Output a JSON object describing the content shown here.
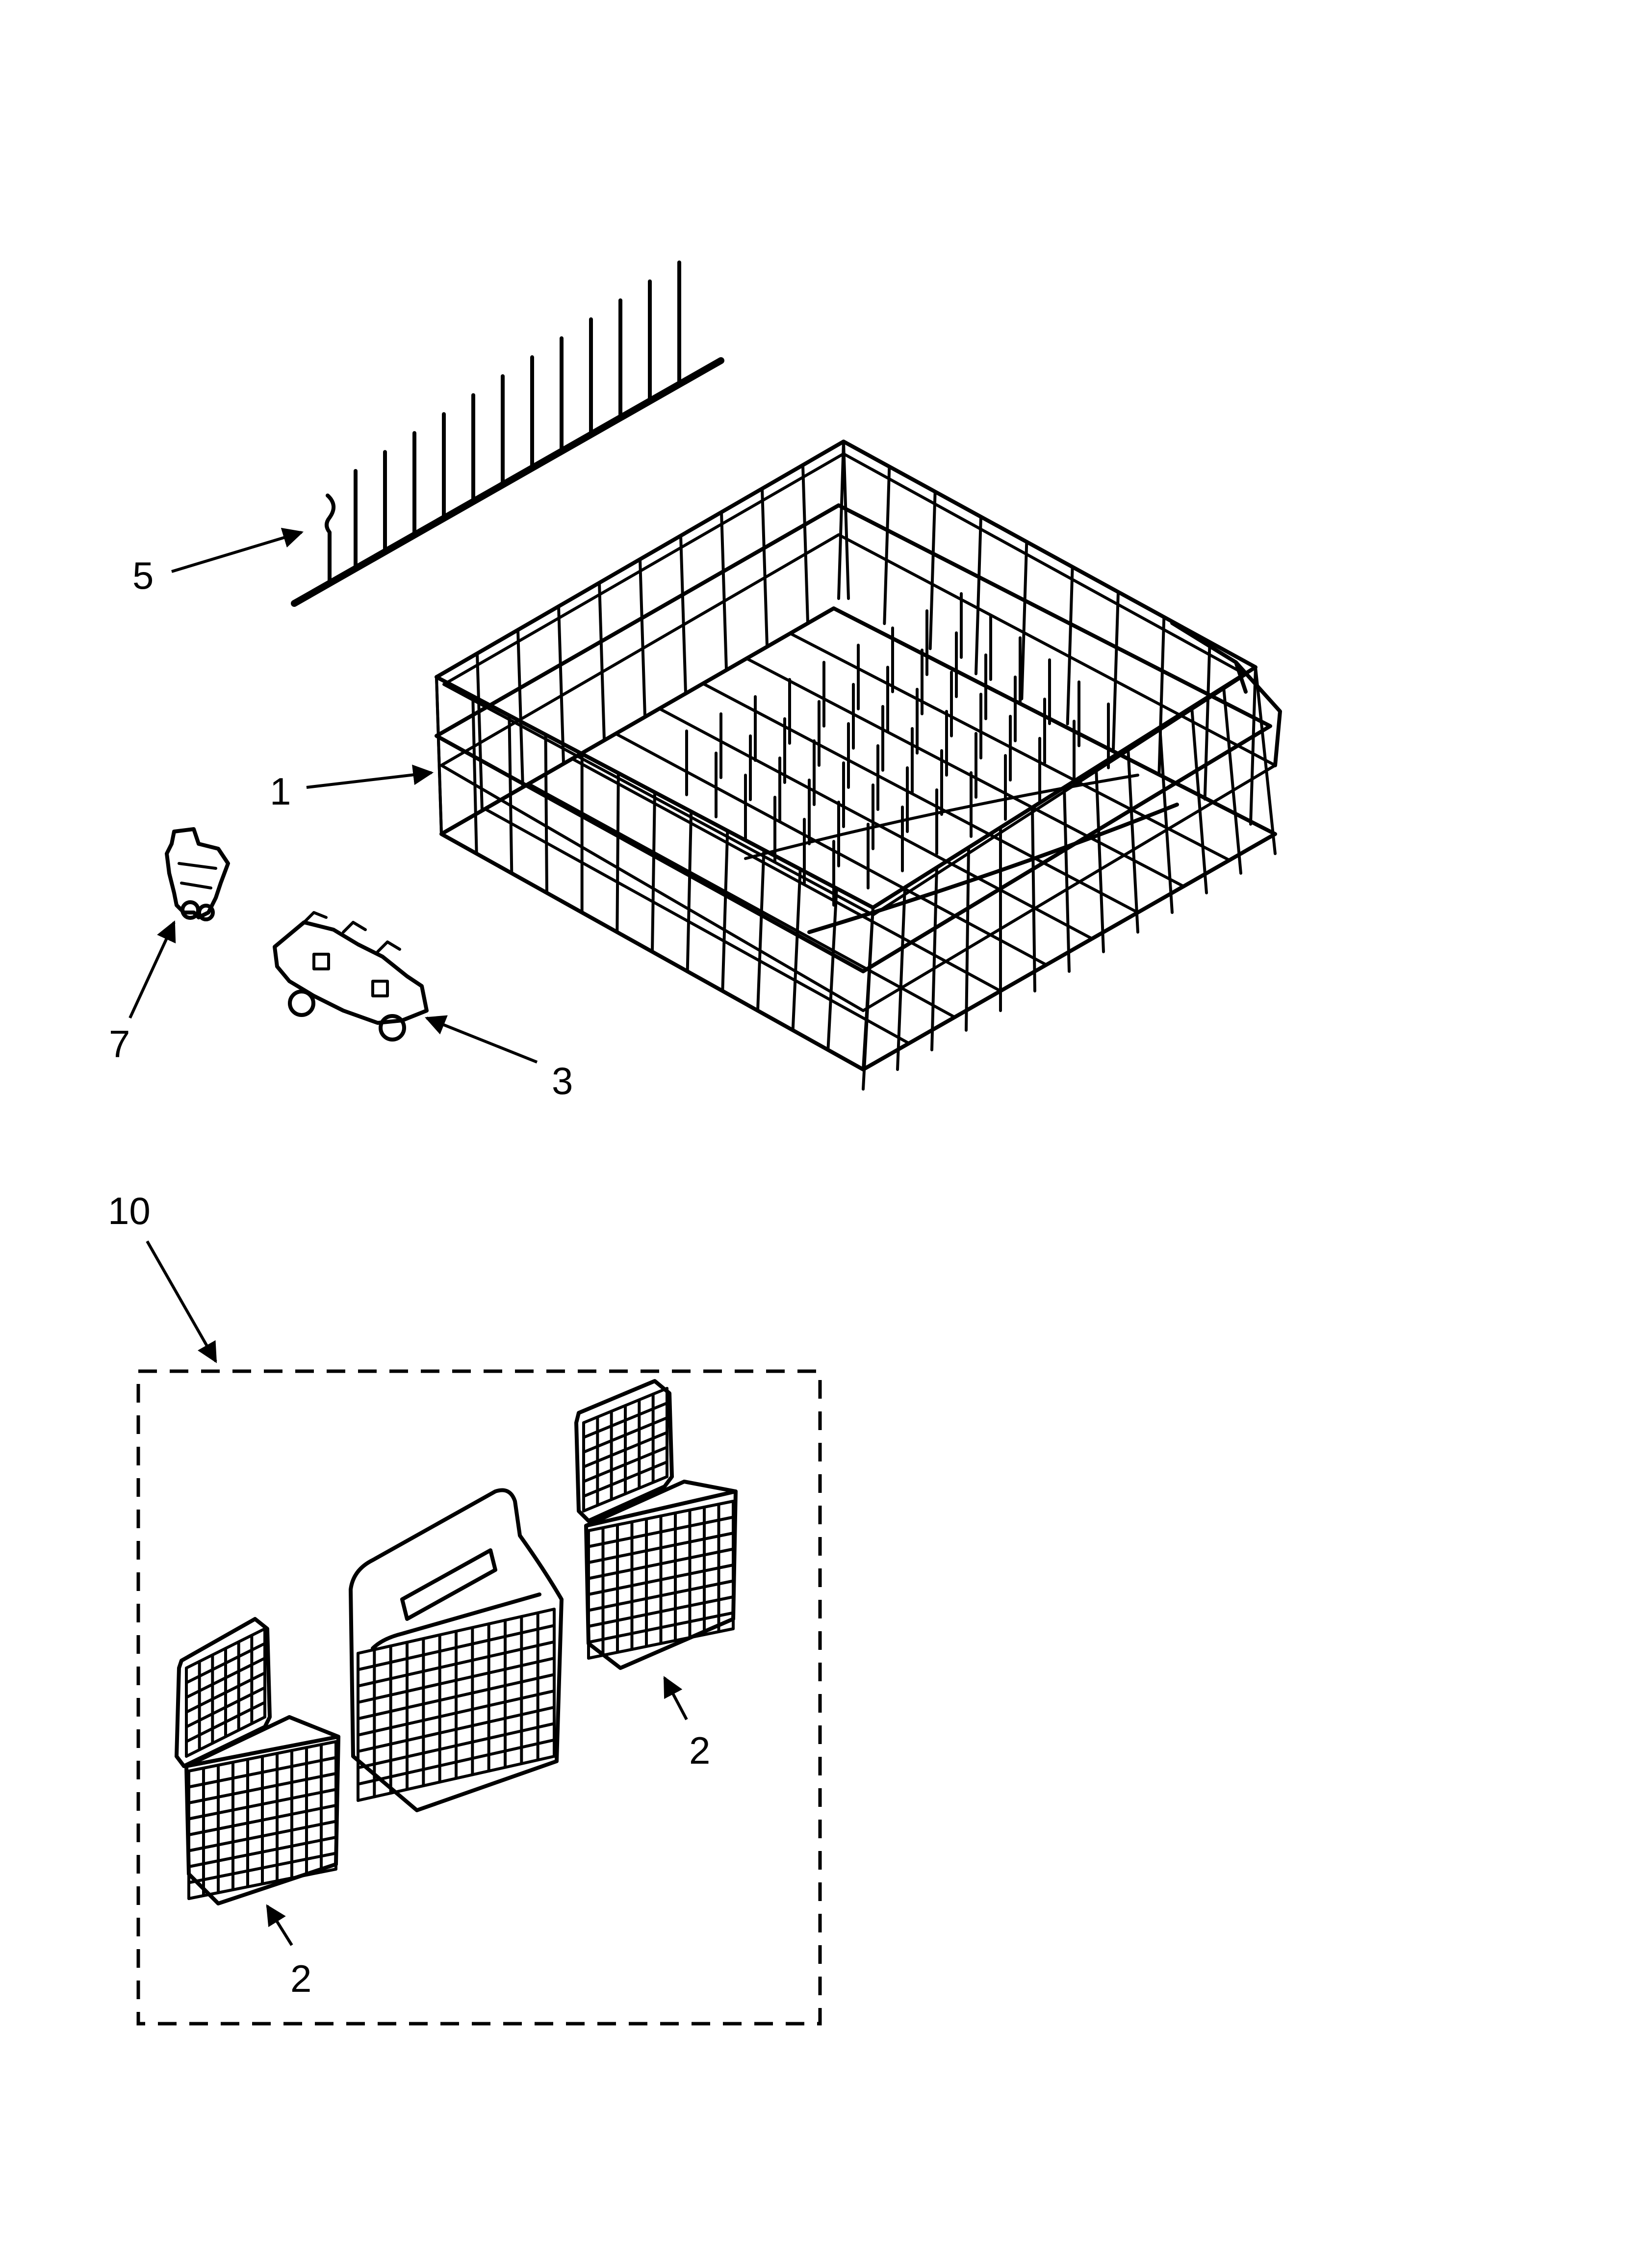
{
  "callouts": {
    "c1": "1",
    "c2a": "2",
    "c2b": "2",
    "c3": "3",
    "c5": "5",
    "c7": "7",
    "c10": "10"
  },
  "parts": [
    {
      "ref": "1",
      "name": "lower-dishrack"
    },
    {
      "ref": "2",
      "name": "silverware-basket-side"
    },
    {
      "ref": "3",
      "name": "rack-wheel-assembly"
    },
    {
      "ref": "5",
      "name": "tine-row"
    },
    {
      "ref": "7",
      "name": "rack-wheel-single"
    },
    {
      "ref": "10",
      "name": "silverware-basket-kit"
    }
  ]
}
